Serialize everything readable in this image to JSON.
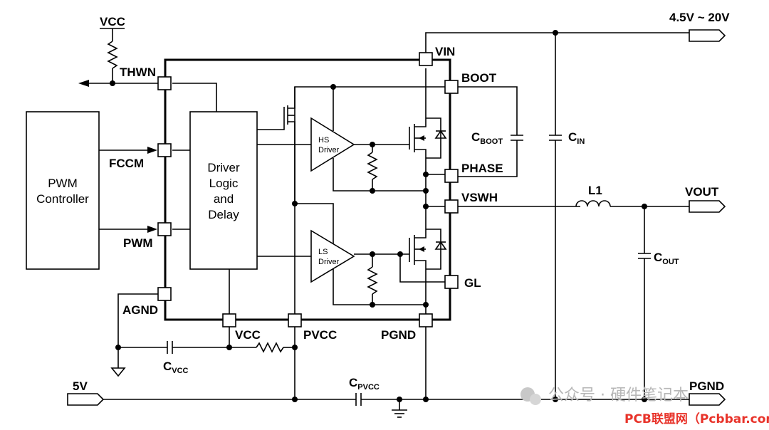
{
  "supply": {
    "input_range": "4.5V ~ 20V",
    "vcc_pullup": "VCC",
    "five_volt": "5V",
    "vout": "VOUT",
    "pgnd_out": "PGND"
  },
  "blocks": {
    "pwm_line1": "PWM",
    "pwm_line2": "Controller",
    "drv_line1": "Driver",
    "drv_line2": "Logic",
    "drv_line3": "and",
    "drv_line4": "Delay",
    "hs_line1": "HS",
    "hs_line2": "Driver",
    "ls_line1": "LS",
    "ls_line2": "Driver"
  },
  "pins": {
    "thwn": "THWN",
    "fccm": "FCCM",
    "pwm": "PWM",
    "agnd": "AGND",
    "vcc": "VCC",
    "pvcc": "PVCC",
    "pgnd": "PGND",
    "vin": "VIN",
    "boot": "BOOT",
    "phase": "PHASE",
    "vswh": "VSWH",
    "gl": "GL"
  },
  "components": {
    "cboot_main": "C",
    "cboot_sub": "BOOT",
    "cin_main": "C",
    "cin_sub": "IN",
    "l1": "L1",
    "cout_main": "C",
    "cout_sub": "OUT",
    "cvcc_main": "C",
    "cvcc_sub": "VCC",
    "cpvcc_main": "C",
    "cpvcc_sub": "PVCC"
  },
  "watermark": {
    "text": "公众号 · 硬件笔记本",
    "brand": "PCB联盟网（Pcbbar.com）"
  }
}
